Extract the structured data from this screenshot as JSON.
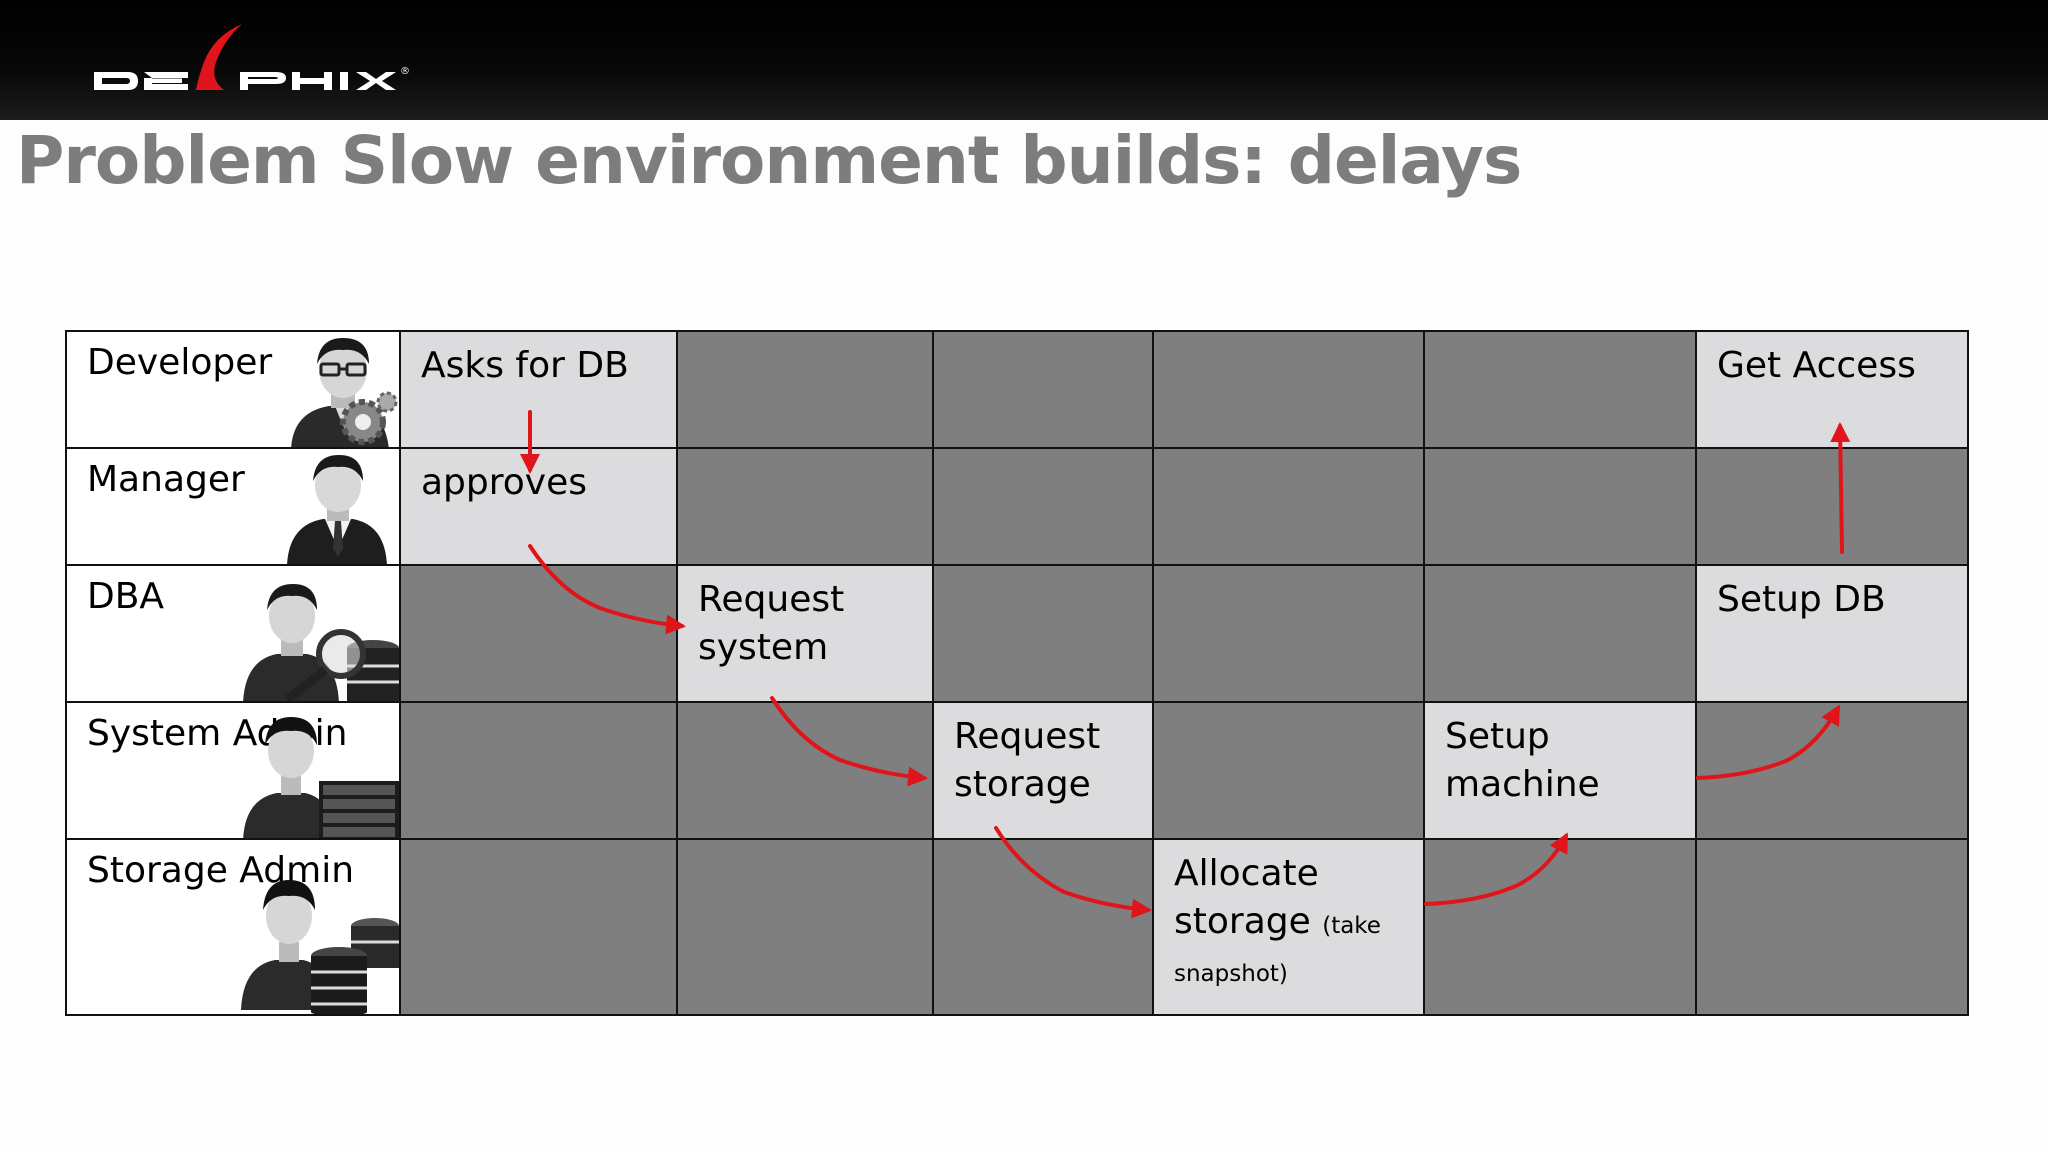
{
  "header": {
    "logo_text": "DELPHIX",
    "logo_mark": "®",
    "accent_color": "#e0141b",
    "bar_color": "#000000"
  },
  "title": "Problem Slow environment builds: delays",
  "roles": [
    {
      "label": "Developer",
      "icon": "developer-avatar-icon"
    },
    {
      "label": "Manager",
      "icon": "manager-avatar-icon"
    },
    {
      "label": "DBA",
      "icon": "dba-avatar-icon"
    },
    {
      "label": "System Admin",
      "icon": "sysadmin-avatar-icon"
    },
    {
      "label": "Storage Admin",
      "icon": "storage-admin-avatar-icon"
    }
  ],
  "steps": {
    "asks_for_db": "Asks for DB",
    "approves": "approves",
    "request_system_1": "Request",
    "request_system_2": "system",
    "request_storage_1": "Request",
    "request_storage_2": "storage",
    "allocate_1": "Allocate",
    "allocate_2": "storage",
    "allocate_note_1": "(take",
    "allocate_note_2": "snapshot)",
    "setup_machine_1": "Setup",
    "setup_machine_2": "machine",
    "setup_db": "Setup DB",
    "get_access": "Get Access"
  },
  "colors": {
    "active_cell": "#dcdbdd",
    "idle_cell": "#807f80",
    "arrow": "#e0141b",
    "title": "#7d7d7d"
  }
}
